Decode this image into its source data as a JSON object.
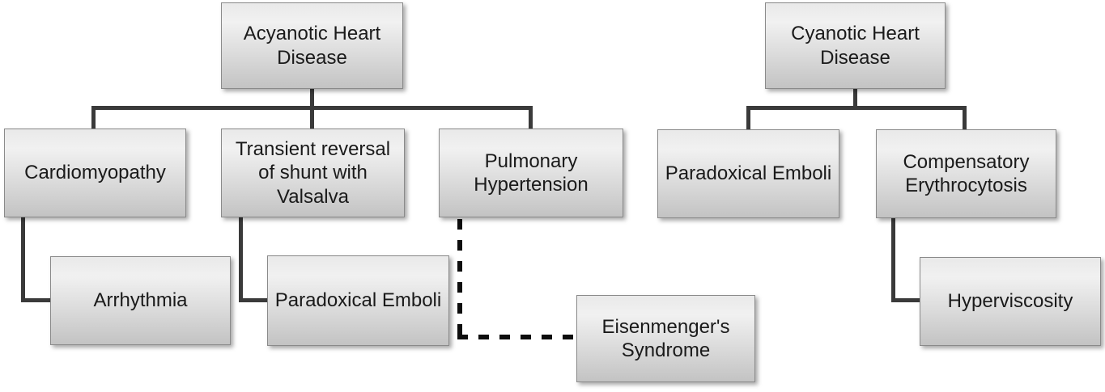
{
  "diagram": {
    "title": "Heart disease complications flowchart",
    "colors": {
      "node_fill_top": "#efefef",
      "node_fill_bottom": "#c3c3c3",
      "node_border": "#8a8a8a",
      "connector_solid": "#3a3a3a",
      "connector_dashed": "#0d0d0d",
      "text": "#1a1a1a",
      "background": "#ffffff"
    },
    "nodes": {
      "acyanotic": {
        "label": "Acyanotic Heart Disease"
      },
      "cardiomyopathy": {
        "label": "Cardiomyopathy"
      },
      "transient": {
        "label": "Transient reversal of shunt with Valsalva"
      },
      "pulmonary": {
        "label": "Pulmonary Hypertension"
      },
      "arrhythmia": {
        "label": "Arrhythmia"
      },
      "paradoxical_left": {
        "label": "Paradoxical Emboli"
      },
      "eisenmenger": {
        "label": "Eisenmenger's Syndrome"
      },
      "cyanotic": {
        "label": "Cyanotic Heart Disease"
      },
      "paradoxical_right": {
        "label": "Paradoxical Emboli"
      },
      "compensatory": {
        "label": "Compensatory Erythrocytosis"
      },
      "hyperviscosity": {
        "label": "Hyperviscosity"
      }
    },
    "edges": [
      {
        "from": "Acyanotic Heart Disease",
        "to": "Cardiomyopathy",
        "style": "solid"
      },
      {
        "from": "Acyanotic Heart Disease",
        "to": "Transient reversal of shunt with Valsalva",
        "style": "solid"
      },
      {
        "from": "Acyanotic Heart Disease",
        "to": "Pulmonary Hypertension",
        "style": "solid"
      },
      {
        "from": "Cardiomyopathy",
        "to": "Arrhythmia",
        "style": "solid"
      },
      {
        "from": "Transient reversal of shunt with Valsalva",
        "to": "Paradoxical Emboli",
        "style": "solid"
      },
      {
        "from": "Pulmonary Hypertension",
        "to": "Eisenmenger's Syndrome",
        "style": "dashed"
      },
      {
        "from": "Cyanotic Heart Disease",
        "to": "Paradoxical Emboli",
        "style": "solid"
      },
      {
        "from": "Cyanotic Heart Disease",
        "to": "Compensatory Erythrocytosis",
        "style": "solid"
      },
      {
        "from": "Compensatory Erythrocytosis",
        "to": "Hyperviscosity",
        "style": "solid"
      }
    ]
  }
}
